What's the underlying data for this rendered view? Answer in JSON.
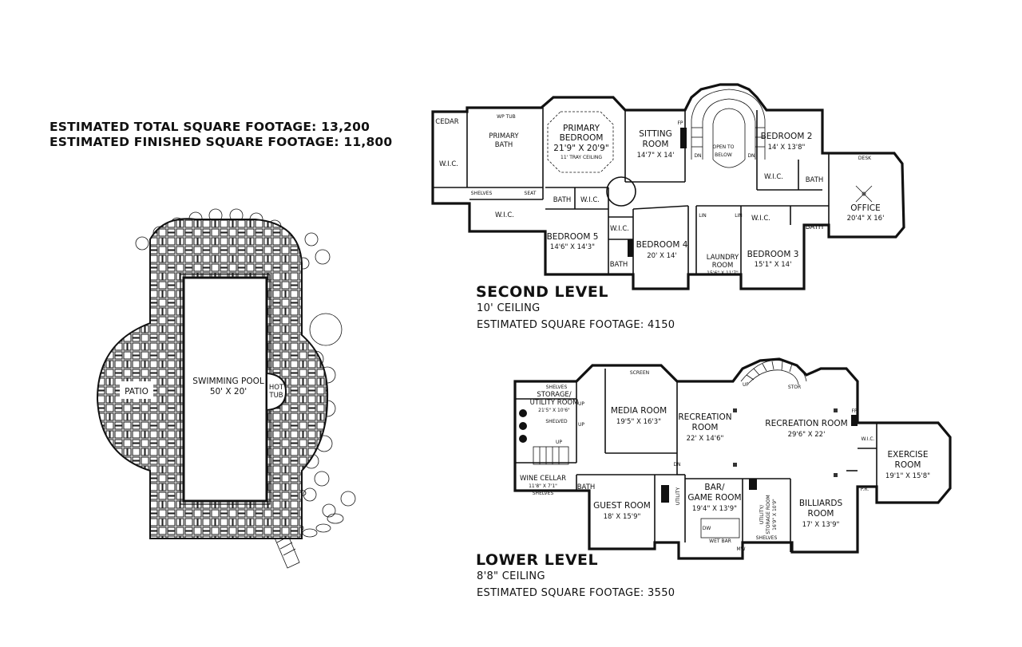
{
  "summary": {
    "total": "ESTIMATED TOTAL SQUARE FOOTAGE: 13,200",
    "finished": "ESTIMATED FINISHED SQUARE FOOTAGE: 11,800"
  },
  "second_level": {
    "title": "SECOND LEVEL",
    "ceiling": "10' CEILING",
    "sqft": "ESTIMATED SQUARE FOOTAGE: 4150",
    "rooms": {
      "cedar": "CEDAR",
      "wic1": "W.I.C.",
      "wp_tub": "WP TUB",
      "primary_bath_1": "PRIMARY",
      "primary_bath_2": "BATH",
      "primary_bed_1": "PRIMARY",
      "primary_bed_2": "BEDROOM",
      "primary_bed_dim": "21'9\" X 20'9\"",
      "primary_bed_ceiling": "11' TRAY CEILING",
      "shelves": "SHELVES",
      "seat": "SEAT",
      "wic2": "W.I.C.",
      "sitting_1": "SITTING",
      "sitting_2": "ROOM",
      "sitting_dim": "14'7\" X 14'",
      "open_1": "OPEN TO",
      "open_2": "BELOW",
      "bed2": "BEDROOM 2",
      "bed2_dim": "14' X 13'8\"",
      "wic3": "W.I.C.",
      "bath_b2": "BATH",
      "desk": "DESK",
      "office": "OFFICE",
      "office_dim": "20'4\" X 16'",
      "bath_b5": "BATH",
      "wic_b5": "W.I.C.",
      "bed5": "BEDROOM 5",
      "bed5_dim": "14'6\" X 14'3\"",
      "wic_b4": "W.I.C.",
      "bath_b4": "BATH",
      "bed4": "BEDROOM 4",
      "bed4_dim": "20' X 14'",
      "lin1": "LIN",
      "lin2": "LIN",
      "laundry_1": "LAUNDRY",
      "laundry_2": "ROOM",
      "laundry_dim": "15'6\" X 11'7\"",
      "wic_b3": "W.I.C.",
      "bath_b3": "BATH",
      "bed3": "BEDROOM 3",
      "bed3_dim": "15'1\" X 14'",
      "dn": "DN",
      "dn2": "DN",
      "fp": "FP"
    }
  },
  "lower_level": {
    "title": "LOWER LEVEL",
    "ceiling": "8'8\" CEILING",
    "sqft": "ESTIMATED SQUARE FOOTAGE: 3550",
    "rooms": {
      "shelves_top": "SHELVES",
      "storage_1": "STORAGE/",
      "storage_2": "UTILITY ROOM",
      "storage_dim": "21'5\" X 10'6\"",
      "shelved": "SHELVED",
      "up1": "UP",
      "up2": "UP",
      "up3": "UP",
      "wine": "WINE CELLAR",
      "wine_dim": "11'8\" X 7'1\"",
      "shelves_wine": "SHELVES",
      "bath": "BATH",
      "screen": "SCREEN",
      "media": "MEDIA ROOM",
      "media_dim": "19'5\" X 16'3\"",
      "rec1_1": "RECREATION",
      "rec1_2": "ROOM",
      "rec1_dim": "22' X 14'6\"",
      "rec2": "RECREATION ROOM",
      "rec2_dim": "29'6\" X 22'",
      "stor": "STOR",
      "up_stair": "UP",
      "fp": "FP",
      "wic": "W.I.C.",
      "exercise_1": "EXERCISE",
      "exercise_2": "ROOM",
      "exercise_dim": "19'1\" X 15'8\"",
      "pr": "P.R.",
      "guest": "GUEST ROOM",
      "guest_dim": "18' X 15'9\"",
      "utility": "UTILITY",
      "bar_1": "BAR/",
      "bar_2": "GAME ROOM",
      "bar_dim": "19'4\" X 13'9\"",
      "dw": "DW",
      "wet_bar": "WET BAR",
      "mw": "MW",
      "util_storage_1": "UTILITY/",
      "util_storage_2": "STORAGE ROOM",
      "util_storage_dim": "16'9\" X 10'9\"",
      "shelves_util": "SHELVES",
      "billiards_1": "BILLIARDS",
      "billiards_2": "ROOM",
      "billiards_dim": "17' X 13'9\"",
      "dn": "DN"
    }
  },
  "exterior": {
    "pool_1": "SWIMMING POOL",
    "pool_2": "50' X 20'",
    "hot_1": "HOT",
    "hot_2": "TUB",
    "patio": "PATIO"
  }
}
